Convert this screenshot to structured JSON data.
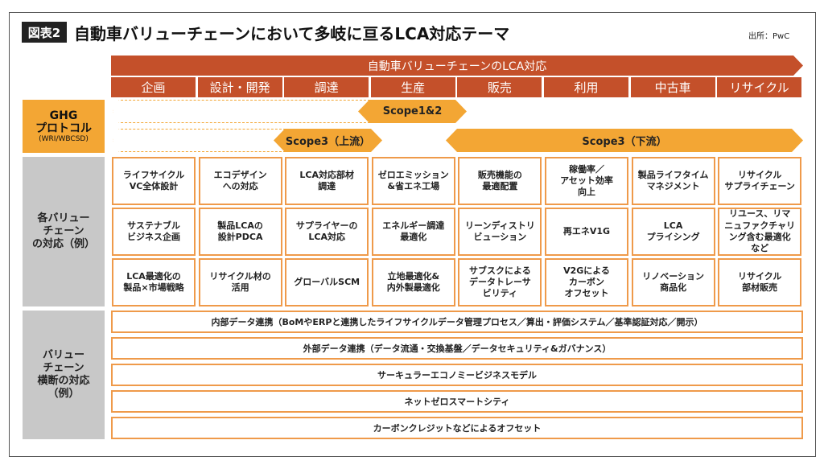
{
  "figure_label": "図表2",
  "title": "自動車バリューチェーンにおいて多岐に亘るLCA対応テーマ",
  "source": "出所：PwC",
  "header": "自動車バリューチェーンのLCA対応",
  "stages": [
    "企画",
    "設計・開発",
    "調達",
    "生産",
    "販売",
    "利用",
    "中古車",
    "リサイクル"
  ],
  "ghg": {
    "line1": "GHG",
    "line2": "プロトコル",
    "line3": "(WRI/WBCSD)"
  },
  "scopes": {
    "scope12": "Scope1&2",
    "scope3_up": "Scope3（上流）",
    "scope3_down": "Scope3（下流）"
  },
  "side_labels": {
    "value_chain": "各バリュー\nチェーン\nの対応（例）",
    "cross": "バリュー\nチェーン\n横断の対応\n（例）"
  },
  "grid": [
    [
      "ライフサイクル\nVC全体設計",
      "エコデザイン\nへの対応",
      "LCA対応部材\n調達",
      "ゼロエミッション\n&省エネ工場",
      "販売機能の\n最適配置",
      "稼働率／\nアセット効率\n向上",
      "製品ライフタイム\nマネジメント",
      "リサイクル\nサプライチェーン"
    ],
    [
      "サステナブル\nビジネス企画",
      "製品LCAの\n設計PDCA",
      "サプライヤーの\nLCA対応",
      "エネルギー調達\n最適化",
      "リーンディストリ\nビューション",
      "再エネV1G",
      "LCA\nプライシング",
      "リユース、リマ\nニュファクチャリ\nング含む最適化\nなど"
    ],
    [
      "LCA最適化の\n製品×市場戦略",
      "リサイクル材の\n活用",
      "グローバルSCM",
      "立地最適化&\n内外製最適化",
      "サブスクによる\nデータトレーサ\nビリティ",
      "V2Gによる\nカーボン\nオフセット",
      "リノベーション\n商品化",
      "リサイクル\n部材販売"
    ]
  ],
  "cross_items": [
    "内部データ連携（BoMやERPと連携したライフサイクルデータ管理プロセス／算出・評価システム／基準認証対応／開示）",
    "外部データ連携（データ流通・交換基盤／データセキュリティ&ガバナンス）",
    "サーキュラーエコノミービジネスモデル",
    "ネットゼロスマートシティ",
    "カーボンクレジットなどによるオフセット"
  ]
}
